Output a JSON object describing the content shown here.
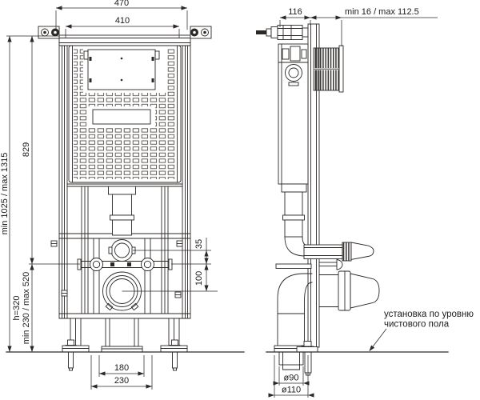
{
  "drawing": {
    "dims": {
      "overall_width": "470",
      "cistern_width": "410",
      "height_total": "min 1025 / max 1315",
      "height_upper": "829",
      "outlet_height": "h=320",
      "outlet_height_range": "min 230 / max 520",
      "flush_to_bolts": "35",
      "bolts_to_outlet": "100",
      "drain_width_inner": "180",
      "drain_width_outer": "230",
      "frame_depth": "116",
      "wall_gap": "min 16 / max 112.5",
      "drain_diameter_inner": "ø90",
      "drain_diameter_outer": "ø110"
    },
    "note": {
      "line1": "установка по уровню",
      "line2": "чистового пола"
    },
    "colors": {
      "line": "#2b2826",
      "background": "#ffffff"
    }
  }
}
